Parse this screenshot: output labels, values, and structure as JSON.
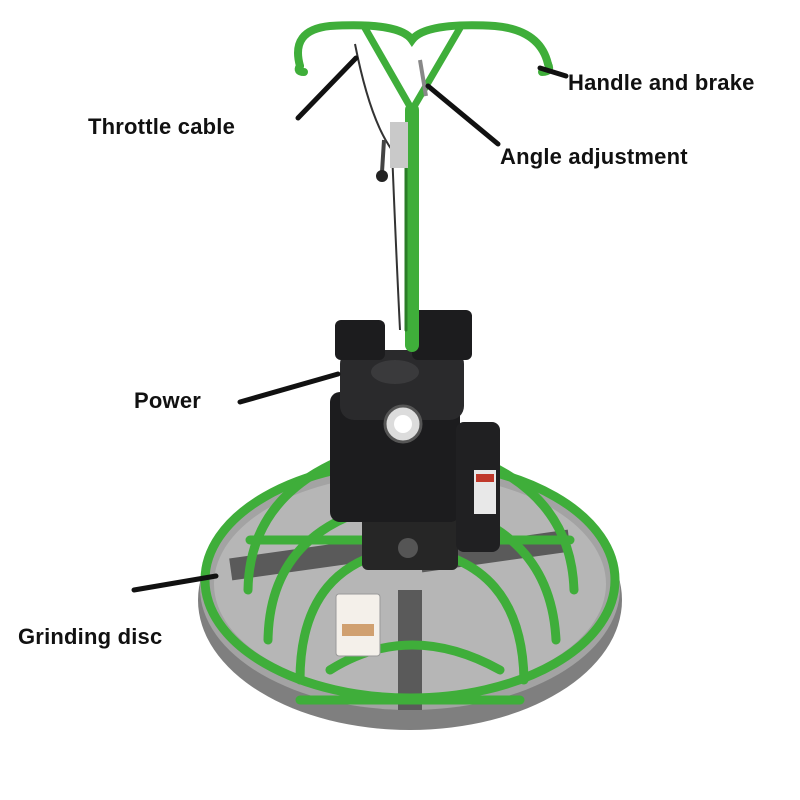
{
  "labels": {
    "handle_and_brake": "Handle and brake",
    "throttle_cable": "Throttle cable",
    "angle_adjustment": "Angle adjustment",
    "power": "Power",
    "grinding_disc": "Grinding disc"
  },
  "colors": {
    "frame_green": "#3fae3a",
    "frame_dark": "#2a7d27",
    "engine_black": "#1c1c1e",
    "disc_grey": "#8d8d8d",
    "leader_line": "#111111"
  }
}
